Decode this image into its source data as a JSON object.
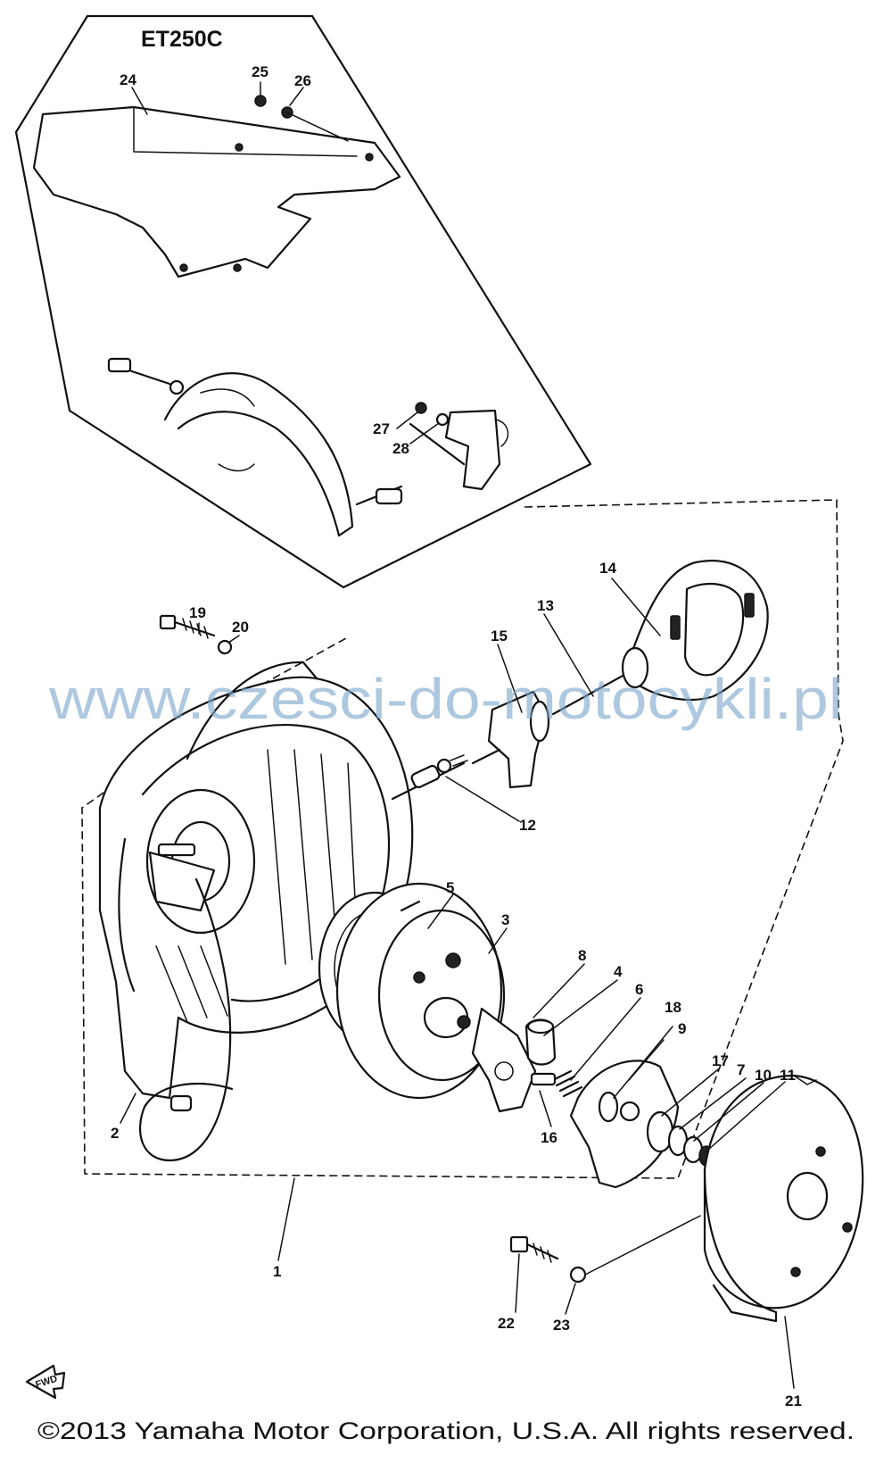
{
  "diagram": {
    "inset_title": "ET250C",
    "watermark": "www.czesci-do-motocykli.pl",
    "copyright": "©2013 Yamaha Motor Corporation, U.S.A. All rights reserved.",
    "fwd_label": "FWD",
    "callouts": {
      "p1": "1",
      "p2": "2",
      "p3": "3",
      "p4": "4",
      "p5": "5",
      "p6": "6",
      "p7": "7",
      "p8": "8",
      "p9": "9",
      "p10": "10",
      "p11": "11",
      "p12": "12",
      "p13": "13",
      "p14": "14",
      "p15": "15",
      "p16": "16",
      "p17": "17",
      "p18": "18",
      "p19": "19",
      "p20": "20",
      "p21": "21",
      "p22": "22",
      "p23": "23",
      "p24": "24",
      "p25": "25",
      "p26": "26",
      "p27": "27",
      "p28": "28"
    }
  }
}
